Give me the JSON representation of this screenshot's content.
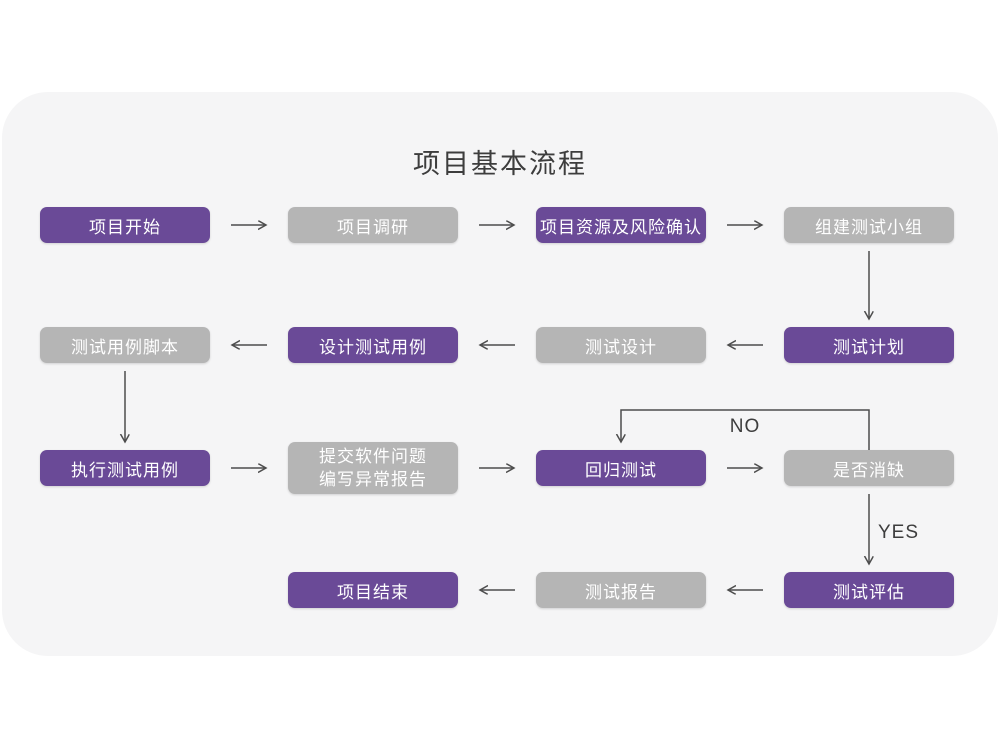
{
  "title": "项目基本流程",
  "colors": {
    "accent_purple": "#6a4a97",
    "box_gray": "#b5b5b5",
    "card_background": "#f5f5f6",
    "arrow": "#4d4d4d",
    "text_on_box": "#ffffff",
    "title_text": "#3d3d3d"
  },
  "nodes": {
    "project_start": "项目开始",
    "project_research": "项目调研",
    "resource_risk_confirm": "项目资源及风险确认",
    "build_test_team": "组建测试小组",
    "test_case_script": "测试用例脚本",
    "design_test_case": "设计测试用例",
    "test_design": "测试设计",
    "test_plan": "测试计划",
    "execute_test_case": "执行测试用例",
    "submit_issue_report": "提交软件问题\n编写异常报告",
    "regression_test": "回归测试",
    "defect_resolved": "是否消缺",
    "project_end": "项目结束",
    "test_report": "测试报告",
    "test_evaluation": "测试评估"
  },
  "edge_labels": {
    "no": "NO",
    "yes": "YES"
  }
}
